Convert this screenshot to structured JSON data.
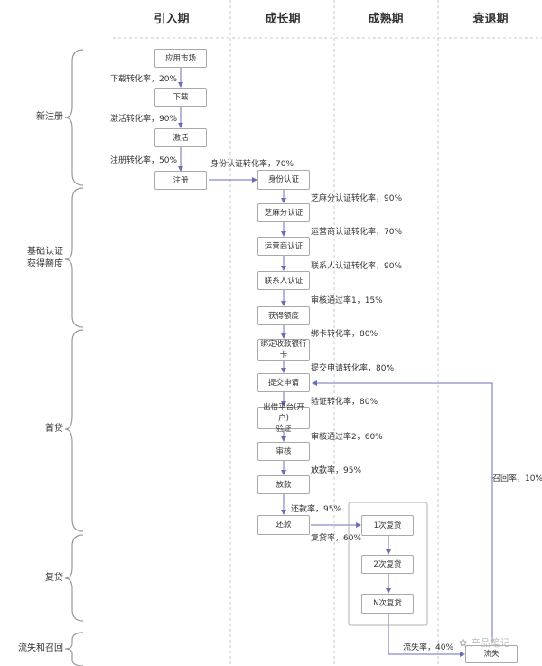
{
  "phases": [
    "引入期",
    "成长期",
    "成熟期",
    "衰退期"
  ],
  "stages": {
    "new_registration": "新注册",
    "basic_auth": "基础认证\n获得额度",
    "first_loan": "首贷",
    "repeat_loan": "复贷",
    "churn_recall": "流失和召回"
  },
  "nodes": {
    "app_store": "应用市场",
    "download": "下载",
    "activate": "激活",
    "register": "注册",
    "id_auth": "身份认证",
    "sesame_auth": "芝麻分认证",
    "carrier_auth": "运营商认证",
    "contact_auth": "联系人认证",
    "get_credit": "获得额度",
    "bind_card": "绑定收款银行\n卡",
    "submit_apply": "提交申请",
    "lending_platform": "出借平台(开户)\n验证",
    "review": "审核",
    "disburse": "放款",
    "repay": "还款",
    "loan_1": "1次复贷",
    "loan_2": "2次复贷",
    "loan_n": "N次复贷",
    "churn": "流失"
  },
  "rates": {
    "download_rate": "下载转化率，20%",
    "activate_rate": "激活转化率，90%",
    "register_rate": "注册转化率，50%",
    "id_rate": "身份认证转化率，70%",
    "sesame_rate": "芝麻分认证转化率，90%",
    "carrier_rate": "运营商认证转化率，70%",
    "contact_rate": "联系人认证转化率，90%",
    "review1_rate": "审核通过率1，15%",
    "bind_rate": "绑卡转化率，80%",
    "submit_rate": "提交申请转化率，80%",
    "verify_rate": "验证转化率，80%",
    "review2_rate": "审核通过率2，60%",
    "disburse_rate": "放款率，95%",
    "repay_rate": "还款率，95%",
    "reloan_rate": "复贷率，60%",
    "churn_rate": "流失率，40%",
    "recall_rate": "召回率，10%"
  },
  "watermark": "产品笔记"
}
